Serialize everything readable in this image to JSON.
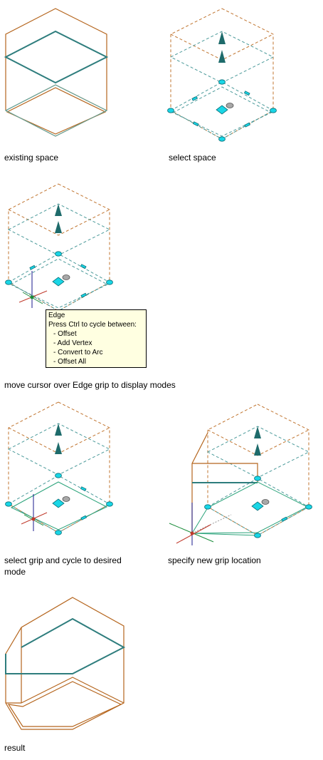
{
  "captions": {
    "existing": "existing space",
    "select": "select space",
    "move": "move cursor over Edge grip to display modes",
    "cycle_1": "select grip and cycle to desired",
    "cycle_2": "mode",
    "specify": "specify new grip location",
    "result": "result"
  },
  "tooltip": {
    "title": "Edge",
    "subtitle": "Press Ctrl to cycle between:",
    "options": [
      "- Offset",
      "- Add Vertex",
      "- Convert to Arc",
      "- Offset All"
    ]
  },
  "colors": {
    "edge": "#b5651d",
    "face": "#2e7d7d",
    "grip": "#19d6e6",
    "selected_grip": "#17c5d8"
  }
}
